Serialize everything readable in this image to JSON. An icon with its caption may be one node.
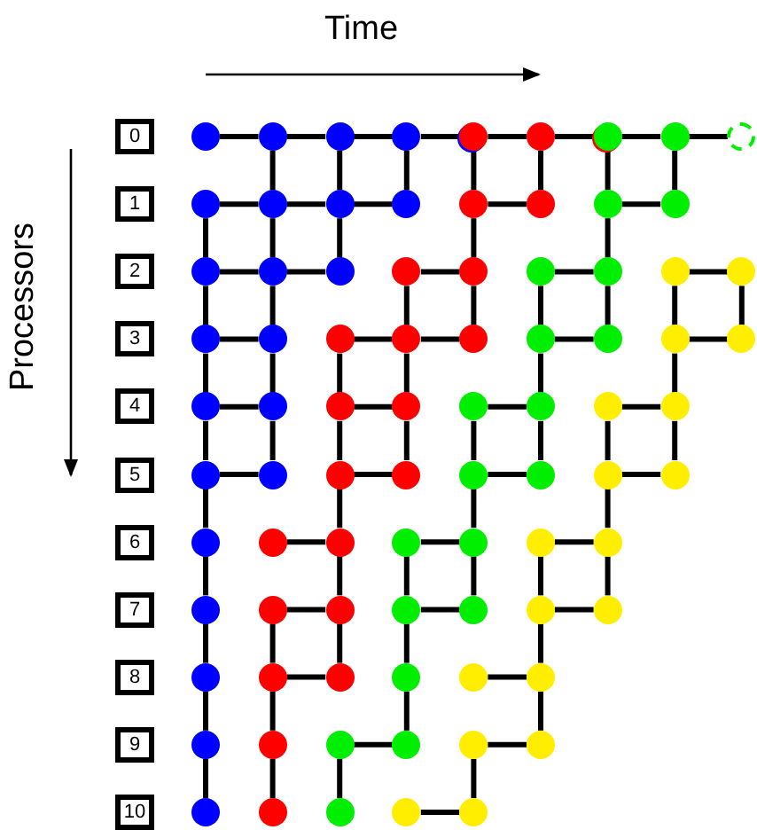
{
  "diagram": {
    "nodes": [
      {
        "text": [
          "0"
        ]
      },
      {
        "text": [],
        "shape": "circle"
      },
      {
        "text": [],
        "shape": "circle"
      },
      {
        "text": [],
        "shape": "circle"
      },
      {
        "text": [],
        "shape": "circle"
      },
      {
        "text": [],
        "shape": "circle"
      },
      {
        "text": [],
        "shape": "circle"
      },
      {
        "text": [],
        "shape": "circle"
      },
      {
        "text": [],
        "shape": "circle"
      },
      {
        "text": [],
        "shape": "circle"
      },
      {
        "text": [],
        "shape": "circle"
      },
      {
        "text": [],
        "shape": "circle"
      },
      {
        "text": [
          "1"
        ]
      },
      {
        "text": [],
        "shape": "circle"
      },
      {
        "text": [],
        "shape": "circle"
      },
      {
        "text": [],
        "shape": "circle"
      },
      {
        "text": [],
        "shape": "circle"
      },
      {
        "text": [],
        "shape": "circle"
      },
      {
        "text": [],
        "shape": "circle"
      },
      {
        "text": [],
        "shape": "circle"
      },
      {
        "text": [],
        "shape": "circle"
      },
      {
        "text": [
          "2"
        ]
      },
      {
        "text": [],
        "shape": "circle"
      },
      {
        "text": [],
        "shape": "circle"
      },
      {
        "text": [],
        "shape": "circle"
      },
      {
        "text": [],
        "shape": "circle"
      },
      {
        "text": [],
        "shape": "circle"
      },
      {
        "text": [],
        "shape": "circle"
      },
      {
        "text": [],
        "shape": "circle"
      },
      {
        "text": [],
        "shape": "circle"
      },
      {
        "text": [],
        "shape": "circle"
      },
      {
        "text": [
          "3"
        ]
      },
      {
        "text": [],
        "shape": "circle"
      },
      {
        "text": [],
        "shape": "circle"
      },
      {
        "text": [],
        "shape": "circle"
      },
      {
        "text": [],
        "shape": "circle"
      },
      {
        "text": [],
        "shape": "circle"
      },
      {
        "text": [],
        "shape": "circle"
      },
      {
        "text": [],
        "shape": "circle"
      },
      {
        "text": [],
        "shape": "circle"
      },
      {
        "text": [],
        "shape": "circle"
      },
      {
        "text": [
          "4"
        ]
      },
      {
        "text": [],
        "shape": "circle"
      },
      {
        "text": [],
        "shape": "circle"
      },
      {
        "text": [],
        "shape": "circle"
      },
      {
        "text": [],
        "shape": "circle"
      },
      {
        "text": [],
        "shape": "circle"
      },
      {
        "text": [],
        "shape": "circle"
      },
      {
        "text": [],
        "shape": "circle"
      },
      {
        "text": [],
        "shape": "circle"
      },
      {
        "text": [
          "5"
        ]
      },
      {
        "text": [],
        "shape": "circle"
      },
      {
        "text": [],
        "shape": "circle"
      },
      {
        "text": [],
        "shape": "circle"
      },
      {
        "text": [],
        "shape": "circle"
      },
      {
        "text": [],
        "shape": "circle"
      },
      {
        "text": [],
        "shape": "circle"
      },
      {
        "text": [],
        "shape": "circle"
      },
      {
        "text": [],
        "shape": "circle"
      },
      {
        "text": [
          "6"
        ]
      },
      {
        "text": [],
        "shape": "circle"
      },
      {
        "text": [],
        "shape": "circle"
      },
      {
        "text": [],
        "shape": "circle"
      },
      {
        "text": [],
        "shape": "circle"
      },
      {
        "text": [],
        "shape": "circle"
      },
      {
        "text": [],
        "shape": "circle"
      },
      {
        "text": [],
        "shape": "circle"
      },
      {
        "text": [
          "7"
        ]
      },
      {
        "text": [],
        "shape": "circle"
      },
      {
        "text": [],
        "shape": "circle"
      },
      {
        "text": [],
        "shape": "circle"
      },
      {
        "text": [],
        "shape": "circle"
      },
      {
        "text": [],
        "shape": "circle"
      },
      {
        "text": [],
        "shape": "circle"
      },
      {
        "text": [],
        "shape": "circle"
      },
      {
        "text": [
          "8"
        ]
      },
      {
        "text": [],
        "shape": "circle"
      },
      {
        "text": [],
        "shape": "circle"
      },
      {
        "text": [],
        "shape": "circle"
      },
      {
        "text": [],
        "shape": "circle"
      },
      {
        "text": [],
        "shape": "circle"
      },
      {
        "text": [],
        "shape": "circle"
      },
      {
        "text": [
          "9"
        ]
      },
      {
        "text": [],
        "shape": "circle"
      },
      {
        "text": [],
        "shape": "circle"
      },
      {
        "text": [],
        "shape": "circle"
      },
      {
        "text": [],
        "shape": "circle"
      },
      {
        "text": [],
        "shape": "circle"
      },
      {
        "text": [],
        "shape": "circle"
      },
      {
        "text": [
          "10"
        ]
      },
      {
        "text": [],
        "shape": "circle"
      },
      {
        "text": [],
        "shape": "circle"
      },
      {
        "text": [],
        "shape": "circle"
      },
      {
        "text": [],
        "shape": "circle"
      },
      {
        "text": [],
        "shape": "circle"
      }
    ],
    "edges": [
      {
        "from": 1,
        "to": 2,
        "arrow": "none"
      },
      {
        "from": 2,
        "to": 3,
        "arrow": "none"
      },
      {
        "from": 3,
        "to": 4,
        "arrow": "none"
      },
      {
        "from": 4,
        "to": 6,
        "arrow": "none"
      },
      {
        "from": 6,
        "to": 7,
        "arrow": "none"
      },
      {
        "from": 7,
        "to": 9,
        "arrow": "none"
      },
      {
        "from": 9,
        "to": 10,
        "arrow": "none"
      },
      {
        "from": 10,
        "to": 11,
        "arrow": "none"
      },
      {
        "from": 2,
        "to": 14,
        "arrow": "none"
      },
      {
        "from": 3,
        "to": 15,
        "arrow": "none"
      },
      {
        "from": 4,
        "to": 16,
        "arrow": "none"
      },
      {
        "from": 6,
        "to": 17,
        "arrow": "none"
      },
      {
        "from": 7,
        "to": 18,
        "arrow": "none"
      },
      {
        "from": 9,
        "to": 19,
        "arrow": "none"
      },
      {
        "from": 10,
        "to": 20,
        "arrow": "none"
      },
      {
        "from": 13,
        "to": 14,
        "arrow": "none"
      },
      {
        "from": 14,
        "to": 15,
        "arrow": "none"
      },
      {
        "from": 15,
        "to": 16,
        "arrow": "none"
      },
      {
        "from": 17,
        "to": 18,
        "arrow": "none"
      },
      {
        "from": 19,
        "to": 20,
        "arrow": "none"
      },
      {
        "from": 13,
        "to": 22,
        "arrow": "none"
      },
      {
        "from": 14,
        "to": 23,
        "arrow": "none"
      },
      {
        "from": 15,
        "to": 24,
        "arrow": "none"
      },
      {
        "from": 17,
        "to": 26,
        "arrow": "none"
      },
      {
        "from": 19,
        "to": 28,
        "arrow": "none"
      },
      {
        "from": 22,
        "to": 23,
        "arrow": "none"
      },
      {
        "from": 23,
        "to": 24,
        "arrow": "none"
      },
      {
        "from": 25,
        "to": 26,
        "arrow": "none"
      },
      {
        "from": 27,
        "to": 28,
        "arrow": "none"
      },
      {
        "from": 29,
        "to": 30,
        "arrow": "none"
      },
      {
        "from": 22,
        "to": 32,
        "arrow": "none"
      },
      {
        "from": 23,
        "to": 33,
        "arrow": "none"
      },
      {
        "from": 25,
        "to": 35,
        "arrow": "none"
      },
      {
        "from": 26,
        "to": 36,
        "arrow": "none"
      },
      {
        "from": 27,
        "to": 37,
        "arrow": "none"
      },
      {
        "from": 28,
        "to": 38,
        "arrow": "none"
      },
      {
        "from": 29,
        "to": 39,
        "arrow": "none"
      },
      {
        "from": 30,
        "to": 40,
        "arrow": "none"
      },
      {
        "from": 32,
        "to": 33,
        "arrow": "none"
      },
      {
        "from": 34,
        "to": 35,
        "arrow": "none"
      },
      {
        "from": 35,
        "to": 36,
        "arrow": "none"
      },
      {
        "from": 37,
        "to": 38,
        "arrow": "none"
      },
      {
        "from": 39,
        "to": 40,
        "arrow": "none"
      },
      {
        "from": 32,
        "to": 42,
        "arrow": "none"
      },
      {
        "from": 33,
        "to": 43,
        "arrow": "none"
      },
      {
        "from": 34,
        "to": 44,
        "arrow": "none"
      },
      {
        "from": 35,
        "to": 45,
        "arrow": "none"
      },
      {
        "from": 37,
        "to": 47,
        "arrow": "none"
      },
      {
        "from": 39,
        "to": 49,
        "arrow": "none"
      },
      {
        "from": 42,
        "to": 43,
        "arrow": "none"
      },
      {
        "from": 44,
        "to": 45,
        "arrow": "none"
      },
      {
        "from": 46,
        "to": 47,
        "arrow": "none"
      },
      {
        "from": 48,
        "to": 49,
        "arrow": "none"
      },
      {
        "from": 42,
        "to": 51,
        "arrow": "none"
      },
      {
        "from": 43,
        "to": 52,
        "arrow": "none"
      },
      {
        "from": 44,
        "to": 53,
        "arrow": "none"
      },
      {
        "from": 45,
        "to": 54,
        "arrow": "none"
      },
      {
        "from": 46,
        "to": 55,
        "arrow": "none"
      },
      {
        "from": 47,
        "to": 56,
        "arrow": "none"
      },
      {
        "from": 48,
        "to": 57,
        "arrow": "none"
      },
      {
        "from": 49,
        "to": 58,
        "arrow": "none"
      },
      {
        "from": 51,
        "to": 52,
        "arrow": "none"
      },
      {
        "from": 53,
        "to": 54,
        "arrow": "none"
      },
      {
        "from": 55,
        "to": 56,
        "arrow": "none"
      },
      {
        "from": 57,
        "to": 58,
        "arrow": "none"
      },
      {
        "from": 51,
        "to": 60,
        "arrow": "none"
      },
      {
        "from": 53,
        "to": 62,
        "arrow": "none"
      },
      {
        "from": 55,
        "to": 64,
        "arrow": "none"
      },
      {
        "from": 57,
        "to": 66,
        "arrow": "none"
      },
      {
        "from": 61,
        "to": 62,
        "arrow": "none"
      },
      {
        "from": 63,
        "to": 64,
        "arrow": "none"
      },
      {
        "from": 65,
        "to": 66,
        "arrow": "none"
      },
      {
        "from": 60,
        "to": 68,
        "arrow": "none"
      },
      {
        "from": 62,
        "to": 70,
        "arrow": "none"
      },
      {
        "from": 63,
        "to": 71,
        "arrow": "none"
      },
      {
        "from": 64,
        "to": 72,
        "arrow": "none"
      },
      {
        "from": 65,
        "to": 73,
        "arrow": "none"
      },
      {
        "from": 66,
        "to": 74,
        "arrow": "none"
      },
      {
        "from": 69,
        "to": 70,
        "arrow": "none"
      },
      {
        "from": 71,
        "to": 72,
        "arrow": "none"
      },
      {
        "from": 73,
        "to": 74,
        "arrow": "none"
      },
      {
        "from": 68,
        "to": 76,
        "arrow": "none"
      },
      {
        "from": 69,
        "to": 77,
        "arrow": "none"
      },
      {
        "from": 70,
        "to": 78,
        "arrow": "none"
      },
      {
        "from": 71,
        "to": 79,
        "arrow": "none"
      },
      {
        "from": 73,
        "to": 81,
        "arrow": "none"
      },
      {
        "from": 77,
        "to": 78,
        "arrow": "none"
      },
      {
        "from": 80,
        "to": 81,
        "arrow": "none"
      },
      {
        "from": 76,
        "to": 83,
        "arrow": "none"
      },
      {
        "from": 77,
        "to": 84,
        "arrow": "none"
      },
      {
        "from": 79,
        "to": 86,
        "arrow": "none"
      },
      {
        "from": 81,
        "to": 88,
        "arrow": "none"
      },
      {
        "from": 85,
        "to": 86,
        "arrow": "none"
      },
      {
        "from": 87,
        "to": 88,
        "arrow": "none"
      },
      {
        "from": 83,
        "to": 90,
        "arrow": "none"
      },
      {
        "from": 84,
        "to": 91,
        "arrow": "none"
      },
      {
        "from": 85,
        "to": 92,
        "arrow": "none"
      },
      {
        "from": 87,
        "to": 94,
        "arrow": "none"
      },
      {
        "from": 93,
        "to": 94,
        "arrow": "none"
      }
    ],
    "labels": [
      "Time",
      "Processors"
    ]
  }
}
